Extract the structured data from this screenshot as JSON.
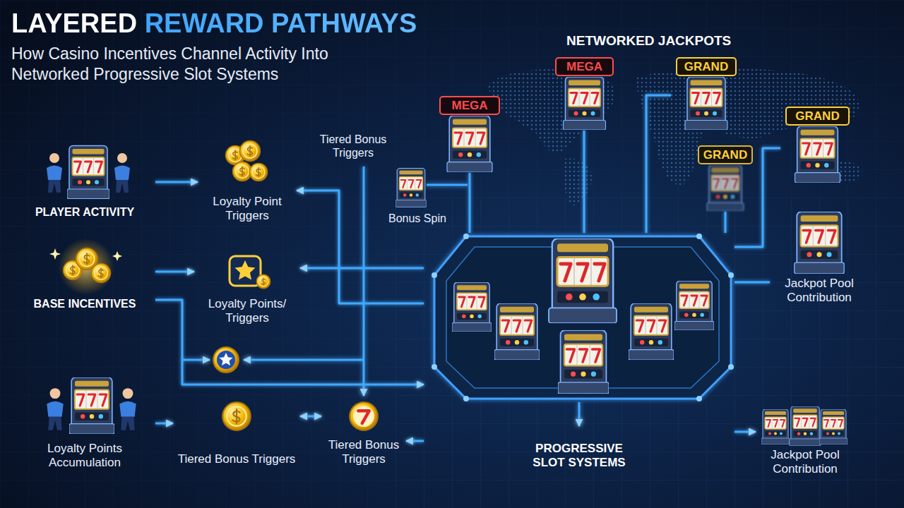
{
  "diagram": {
    "title": "LAYERED REWARD PATHWAYS",
    "caption": "How Casino Incentives Channel Activity Into Networked Progressive Slot Systems",
    "nodes": [
      {
        "text": [
          "PLAYER ACTIVITY"
        ]
      },
      {
        "text": [
          "BASE INCENTIVES"
        ]
      },
      {
        "text": [
          "Loyalty Points Accumulation"
        ]
      },
      {
        "text": [
          "Loyalty Point Triggers"
        ]
      },
      {
        "text": [
          "Loyalty Points/ Triggers"
        ]
      },
      {
        "text": [
          "Tiered Bonus Triggers"
        ]
      },
      {
        "text": [
          "Tiered Bonus Triggers"
        ]
      },
      {
        "text": [
          "MEGA"
        ]
      },
      {
        "text": [
          "MEGA"
        ]
      },
      {
        "text": [
          "GRAND"
        ]
      },
      {
        "text": [
          "GRAND"
        ]
      },
      {
        "text": [
          "GRAND"
        ]
      },
      {
        "text": [
          "Jackpot Pool Contribution"
        ]
      },
      {
        "text": [
          "PROGRESSIVE SLOT SYSTEMS"
        ]
      },
      {
        "text": [
          "Jackpot Pool Contribution"
        ]
      }
    ],
    "edges": [
      {
        "from": 0,
        "to": 3,
        "arrow": "to"
      },
      {
        "from": 1,
        "to": 4,
        "arrow": "to"
      },
      {
        "from": 1,
        "to": 13,
        "arrow": "to"
      },
      {
        "from": 2,
        "to": 5,
        "arrow": "to"
      },
      {
        "from": 5,
        "to": 6,
        "arrow": "both"
      },
      {
        "from": 13,
        "to": 3,
        "arrow": "to"
      },
      {
        "from": 13,
        "to": 4,
        "arrow": "to"
      },
      {
        "from": 13,
        "to": 6,
        "arrow": "to"
      },
      {
        "from": 7,
        "to": 13,
        "arrow": "none"
      },
      {
        "from": 8,
        "to": 13,
        "arrow": "none"
      },
      {
        "from": 9,
        "to": 13,
        "arrow": "none"
      },
      {
        "from": 10,
        "to": 13,
        "arrow": "none"
      },
      {
        "from": 11,
        "to": 13,
        "arrow": "none"
      },
      {
        "from": 13,
        "to": 12,
        "arrow": "none"
      },
      {
        "from": 13,
        "to": 14,
        "arrow": "to"
      }
    ],
    "labels": [
      "NETWORKED JACKPOTS",
      "Tiered Bonus Triggers",
      "Bonus Spin"
    ]
  }
}
